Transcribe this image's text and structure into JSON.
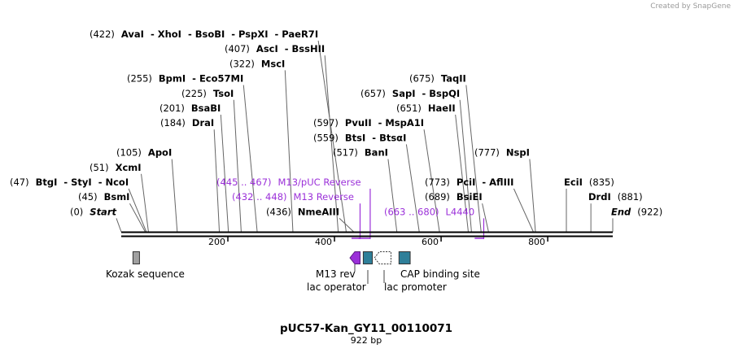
{
  "credit": "Created by SnapGene",
  "title": "pUC57-Kan_GY11_00110071",
  "length_label": "922 bp",
  "sequence_length": 922,
  "ticks": [
    200,
    400,
    600,
    800
  ],
  "sites": [
    {
      "parts": [
        {
          "t": "(422)",
          "b": false
        },
        {
          "t": "AvaI",
          "b": true
        },
        {
          "t": "- XhoI",
          "b": true
        },
        {
          "t": "- BsoBI",
          "b": true
        },
        {
          "t": "- PspXI",
          "b": true
        },
        {
          "t": "- PaeR7I",
          "b": true
        }
      ],
      "pos": 422,
      "row": 0,
      "side": "left"
    },
    {
      "parts": [
        {
          "t": "(407)",
          "b": false
        },
        {
          "t": "AscI",
          "b": true
        },
        {
          "t": "- BssHII",
          "b": true
        }
      ],
      "pos": 407,
      "row": 1,
      "side": "left"
    },
    {
      "parts": [
        {
          "t": "(322)",
          "b": false
        },
        {
          "t": "MscI",
          "b": true
        }
      ],
      "pos": 322,
      "row": 2,
      "side": "left"
    },
    {
      "parts": [
        {
          "t": "(255)",
          "b": false
        },
        {
          "t": "BpmI",
          "b": true
        },
        {
          "t": "- Eco57MI",
          "b": true
        }
      ],
      "pos": 255,
      "row": 3,
      "side": "left"
    },
    {
      "parts": [
        {
          "t": "(225)",
          "b": false
        },
        {
          "t": "TsoI",
          "b": true
        }
      ],
      "pos": 225,
      "row": 4,
      "side": "left"
    },
    {
      "parts": [
        {
          "t": "(201)",
          "b": false
        },
        {
          "t": "BsaBI",
          "b": true
        }
      ],
      "pos": 201,
      "row": 5,
      "side": "left"
    },
    {
      "parts": [
        {
          "t": "(184)",
          "b": false
        },
        {
          "t": "DraI",
          "b": true
        }
      ],
      "pos": 184,
      "row": 6,
      "side": "left"
    },
    {
      "parts": [
        {
          "t": "(105)",
          "b": false
        },
        {
          "t": "ApoI",
          "b": true
        }
      ],
      "pos": 105,
      "row": 8,
      "side": "left"
    },
    {
      "parts": [
        {
          "t": "(51)",
          "b": false
        },
        {
          "t": "XcmI",
          "b": true
        }
      ],
      "pos": 51,
      "row": 9,
      "side": "left"
    },
    {
      "parts": [
        {
          "t": "(47)",
          "b": false
        },
        {
          "t": "BtgI",
          "b": true
        },
        {
          "t": "- StyI",
          "b": true
        },
        {
          "t": "- NcoI",
          "b": true
        }
      ],
      "pos": 47,
      "row": 10,
      "side": "left"
    },
    {
      "parts": [
        {
          "t": "(45)",
          "b": false
        },
        {
          "t": "BsmI",
          "b": true
        }
      ],
      "pos": 45,
      "row": 11,
      "side": "left"
    },
    {
      "parts": [
        {
          "t": "(0)",
          "b": false
        },
        {
          "t": "Start",
          "b": true,
          "i": true
        }
      ],
      "pos": 0,
      "row": 12,
      "side": "left"
    },
    {
      "parts": [
        {
          "t": "(436)",
          "b": false
        },
        {
          "t": "NmeAIII",
          "b": true
        }
      ],
      "pos": 436,
      "row": 12,
      "side": "left"
    },
    {
      "parts": [
        {
          "t": "(597)",
          "b": false
        },
        {
          "t": "PvuII",
          "b": true
        },
        {
          "t": "- MspA1I",
          "b": true
        }
      ],
      "pos": 597,
      "row": 6,
      "side": "left"
    },
    {
      "parts": [
        {
          "t": "(559)",
          "b": false
        },
        {
          "t": "BtsI",
          "b": true
        },
        {
          "t": "- BtsαI",
          "b": true
        }
      ],
      "pos": 559,
      "row": 7,
      "side": "left"
    },
    {
      "parts": [
        {
          "t": "(517)",
          "b": false
        },
        {
          "t": "BanI",
          "b": true
        }
      ],
      "pos": 517,
      "row": 8,
      "side": "left"
    },
    {
      "parts": [
        {
          "t": "(675)",
          "b": false
        },
        {
          "t": "TaqII",
          "b": true
        }
      ],
      "pos": 675,
      "row": 3,
      "side": "left"
    },
    {
      "parts": [
        {
          "t": "(657)",
          "b": false
        },
        {
          "t": "SapI",
          "b": true
        },
        {
          "t": "- BspQI",
          "b": true
        }
      ],
      "pos": 657,
      "row": 4,
      "side": "left"
    },
    {
      "parts": [
        {
          "t": "(651)",
          "b": false
        },
        {
          "t": "HaeII",
          "b": true
        }
      ],
      "pos": 651,
      "row": 5,
      "side": "left"
    },
    {
      "parts": [
        {
          "t": "(777)",
          "b": false
        },
        {
          "t": "NspI",
          "b": true
        }
      ],
      "pos": 777,
      "row": 8,
      "side": "left"
    },
    {
      "parts": [
        {
          "t": "(773)",
          "b": false
        },
        {
          "t": "PciI",
          "b": true
        },
        {
          "t": "- AflIII",
          "b": true
        }
      ],
      "pos": 773,
      "row": 10,
      "side": "left"
    },
    {
      "parts": [
        {
          "t": "(689)",
          "b": false
        },
        {
          "t": "BsiEI",
          "b": true
        }
      ],
      "pos": 689,
      "row": 11,
      "side": "left"
    },
    {
      "parts": [
        {
          "t": "EciI",
          "b": true
        },
        {
          "t": "(835)",
          "b": false
        }
      ],
      "pos": 835,
      "row": 10,
      "side": "right"
    },
    {
      "parts": [
        {
          "t": "DrdI",
          "b": true
        },
        {
          "t": "(881)",
          "b": false
        }
      ],
      "pos": 881,
      "row": 11,
      "side": "right"
    },
    {
      "parts": [
        {
          "t": "End",
          "b": true,
          "i": true
        },
        {
          "t": "(922)",
          "b": false
        }
      ],
      "pos": 922,
      "row": 12,
      "side": "right"
    }
  ],
  "primers": [
    {
      "range": "(445 .. 467)",
      "name": "M13/pUC Reverse",
      "start": 445,
      "end": 467,
      "row": 10
    },
    {
      "range": "(432 .. 448)",
      "name": "M13 Reverse",
      "start": 432,
      "end": 448,
      "row": 11
    },
    {
      "range": "(663 .. 680)",
      "name": "L4440",
      "start": 663,
      "end": 680,
      "row": 12
    }
  ],
  "features": [
    {
      "name": "Kozak sequence",
      "start": 22,
      "end": 32,
      "type": "box",
      "color": "#a0a0a0"
    },
    {
      "name": "M13 rev",
      "start": 429,
      "end": 448,
      "type": "arrow-left",
      "color": "#9b30d9"
    },
    {
      "name": "lac operator",
      "start": 454,
      "end": 471,
      "type": "box",
      "color": "#2f7f99"
    },
    {
      "name": "lac promoter",
      "start": 475,
      "end": 506,
      "type": "arrow-left-hollow",
      "color": "#ffffff"
    },
    {
      "name": "CAP binding site",
      "start": 521,
      "end": 542,
      "type": "box",
      "color": "#2f7f99"
    }
  ],
  "colors": {
    "primer": "#9b30d9",
    "teal": "#2f7f99",
    "backbone": "#000000"
  }
}
